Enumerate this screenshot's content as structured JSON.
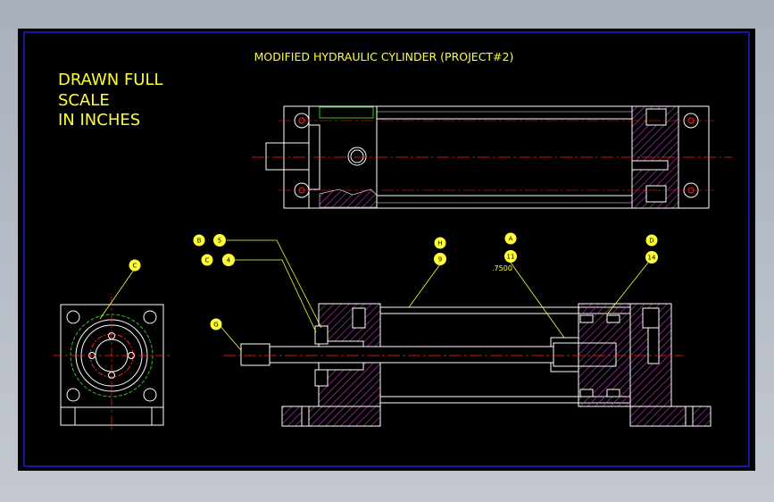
{
  "title": "MODIFIED HYDRAULIC CYLINDER  (PROJECT#2)",
  "note_lines": [
    "DRAWN FULL",
    "SCALE",
    "IN INCHES"
  ],
  "callouts": {
    "b": "B",
    "five": "5",
    "c": "C",
    "four": "4",
    "g": "G",
    "h": "H",
    "nine": "9",
    "a": "A",
    "eleven": "11",
    "d": "D",
    "fourteen": "14",
    "c_end": "C"
  },
  "dimension": ".7500",
  "colors": {
    "background": "#000000",
    "border": "#1f1fd0",
    "outline": "#ffffff",
    "hatch": "#c040c0",
    "centerline": "#ff2020",
    "leader": "#ffff33",
    "green": "#30c030"
  }
}
